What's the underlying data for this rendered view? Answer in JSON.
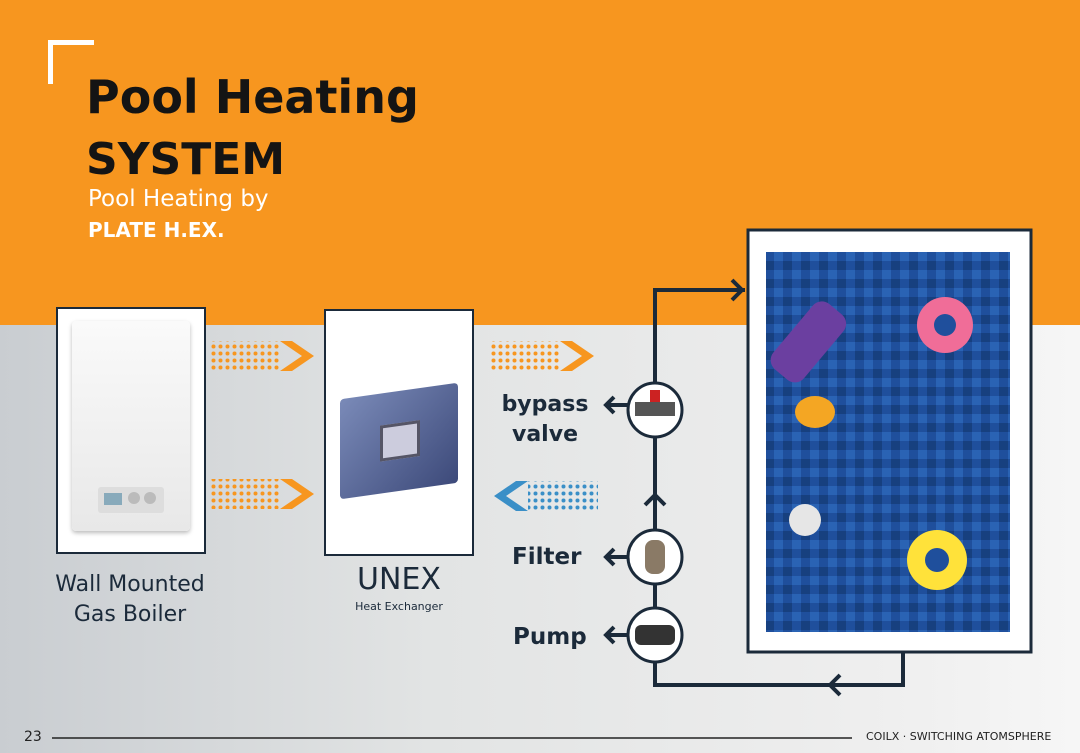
{
  "title": {
    "line1": "Pool Heating",
    "line2": "SYSTEM",
    "subtitle": "Pool Heating by",
    "subtitle_bold": "PLATE H.EX."
  },
  "boiler": {
    "label_line1": "Wall Mounted",
    "label_line2": "Gas Boiler"
  },
  "exchanger": {
    "name": "UNEX",
    "sub": "Heat Exchanger"
  },
  "components": {
    "bypass_line1": "bypass",
    "bypass_line2": "valve",
    "filter": "Filter",
    "pump": "Pump"
  },
  "footer": {
    "page": "23",
    "brand": "COILX · SWITCHING ATOMSPHERE"
  },
  "colors": {
    "orange": "#f7961f",
    "navy": "#1b2a3a",
    "blue": "#3a8fc7"
  }
}
